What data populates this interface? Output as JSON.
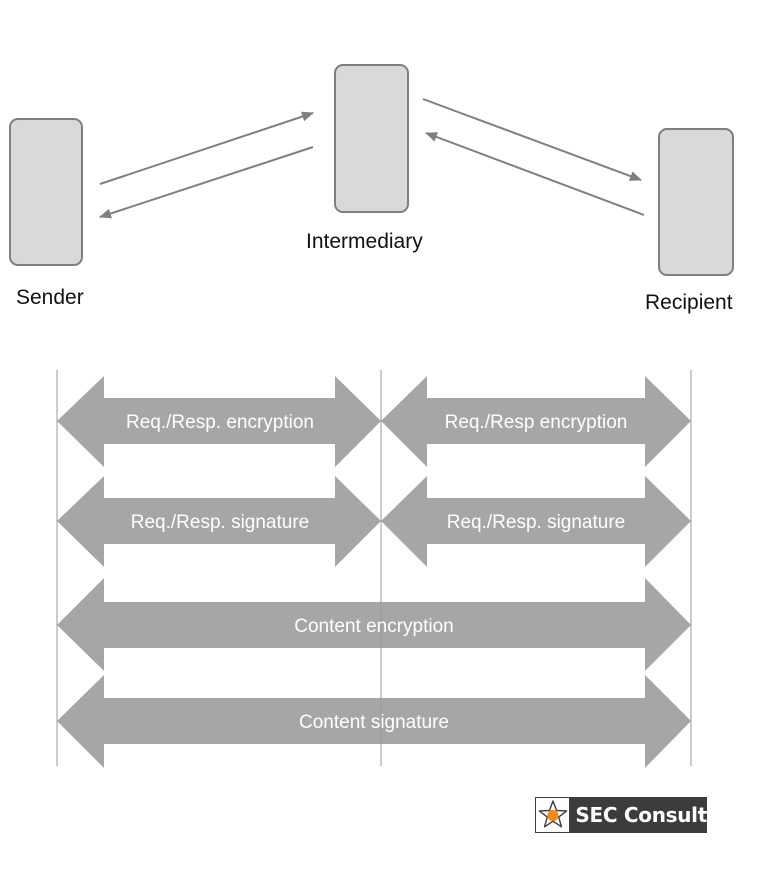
{
  "nodes": {
    "sender": {
      "label": "Sender"
    },
    "intermediary": {
      "label": "Intermediary"
    },
    "recipient": {
      "label": "Recipient"
    }
  },
  "bands": [
    {
      "label": "Req./Resp. encryption",
      "from": "sender",
      "to": "intermediary"
    },
    {
      "label": "Req./Resp encryption",
      "from": "intermediary",
      "to": "recipient"
    },
    {
      "label": "Req./Resp. signature",
      "from": "sender",
      "to": "intermediary"
    },
    {
      "label": "Req./Resp. signature",
      "from": "intermediary",
      "to": "recipient"
    },
    {
      "label": "Content encryption",
      "from": "sender",
      "to": "recipient"
    },
    {
      "label": "Content signature",
      "from": "sender",
      "to": "recipient"
    }
  ],
  "logo": {
    "text": "SEC Consult"
  },
  "colors": {
    "node_fill": "#d9d9d9",
    "node_border": "#7f7f7f",
    "arrow": "#7f7f7f",
    "band_fill": "#a6a6a6",
    "band_text": "#ffffff",
    "divider": "#999999",
    "logo_bg": "#3c3c3c",
    "logo_accent": "#f18a1c"
  }
}
